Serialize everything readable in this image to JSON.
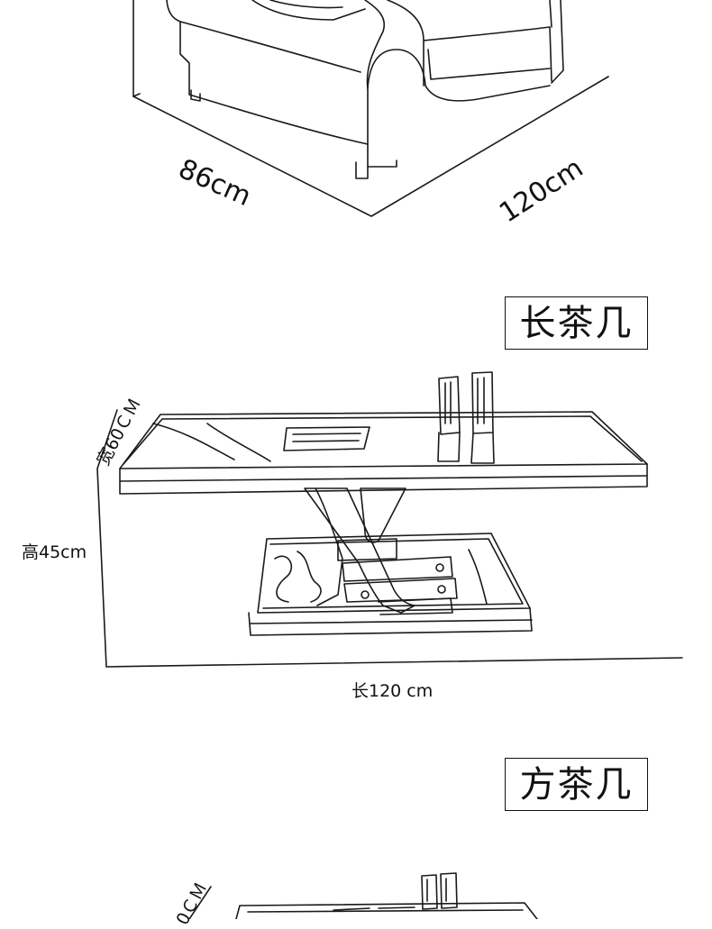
{
  "sofa": {
    "depth_label": "86cm",
    "width_label": "120cm"
  },
  "long_table": {
    "title": "长茶几",
    "width_label": "宽60ＣＭ",
    "height_label": "高45cm",
    "length_label": "长120 cm"
  },
  "square_table": {
    "title": "方茶几",
    "width_label_partial": "0ＣＭ"
  },
  "colors": {
    "line": "#1a1a1a",
    "background": "#ffffff"
  }
}
